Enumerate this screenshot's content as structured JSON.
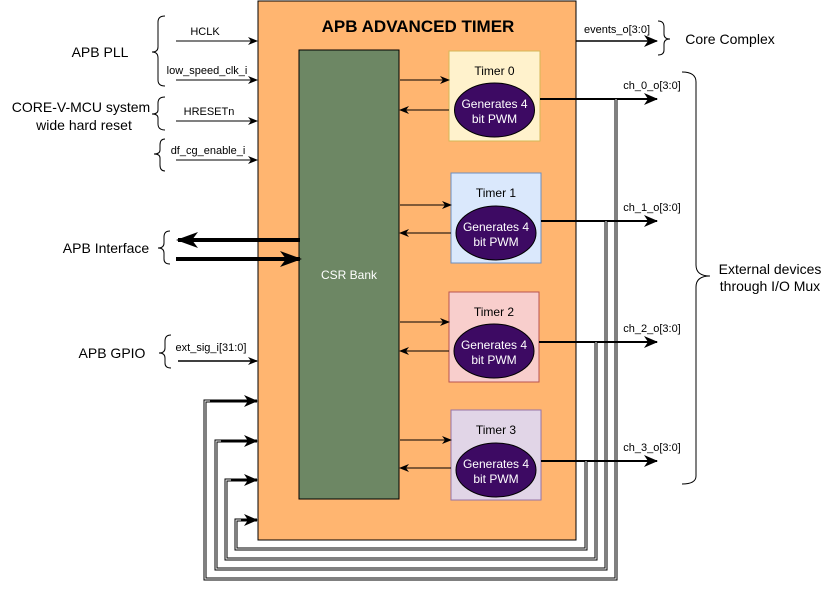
{
  "block": {
    "title": "APB ADVANCED TIMER",
    "csr_label": "CSR Bank",
    "fill": "#FFB570",
    "csr_fill": "#6D8764"
  },
  "inputs": {
    "groups": [
      {
        "label": "APB PLL",
        "signals": [
          "HCLK",
          "low_speed_clk_i"
        ]
      },
      {
        "label_lines": [
          "CORE-V-MCU system",
          "wide hard reset"
        ],
        "signals": [
          "HRESETn"
        ]
      },
      {
        "label": "",
        "signals": [
          "df_cg_enable_i"
        ]
      },
      {
        "label": "APB Interface",
        "signals": []
      },
      {
        "label": "APB GPIO",
        "signals": [
          "ext_sig_i[31:0]"
        ]
      }
    ]
  },
  "timers": [
    {
      "name": "Timer 0",
      "pwm_line1": "Generates 4",
      "pwm_line2": "bit PWM",
      "fill": "#FFF2CC",
      "stroke": "#D6B656",
      "output": "ch_0_o[3:0]"
    },
    {
      "name": "Timer 1",
      "pwm_line1": "Generates 4",
      "pwm_line2": "bit PWM",
      "fill": "#DAE8FC",
      "stroke": "#6C8EBF",
      "output": "ch_1_o[3:0]"
    },
    {
      "name": "Timer 2",
      "pwm_line1": "Generates 4",
      "pwm_line2": "bit PWM",
      "fill": "#F8CECC",
      "stroke": "#B85450",
      "output": "ch_2_o[3:0]"
    },
    {
      "name": "Timer 3",
      "pwm_line1": "Generates 4",
      "pwm_line2": "bit PWM",
      "fill": "#E1D5E7",
      "stroke": "#9673A6",
      "output": "ch_3_o[3:0]"
    }
  ],
  "pwm_fill": "#3D0A63",
  "outputs": {
    "events": "events_o[3:0]",
    "events_dest": "Core Complex",
    "channels_dest_line1": "External devices",
    "channels_dest_line2": "through I/O Mux"
  }
}
